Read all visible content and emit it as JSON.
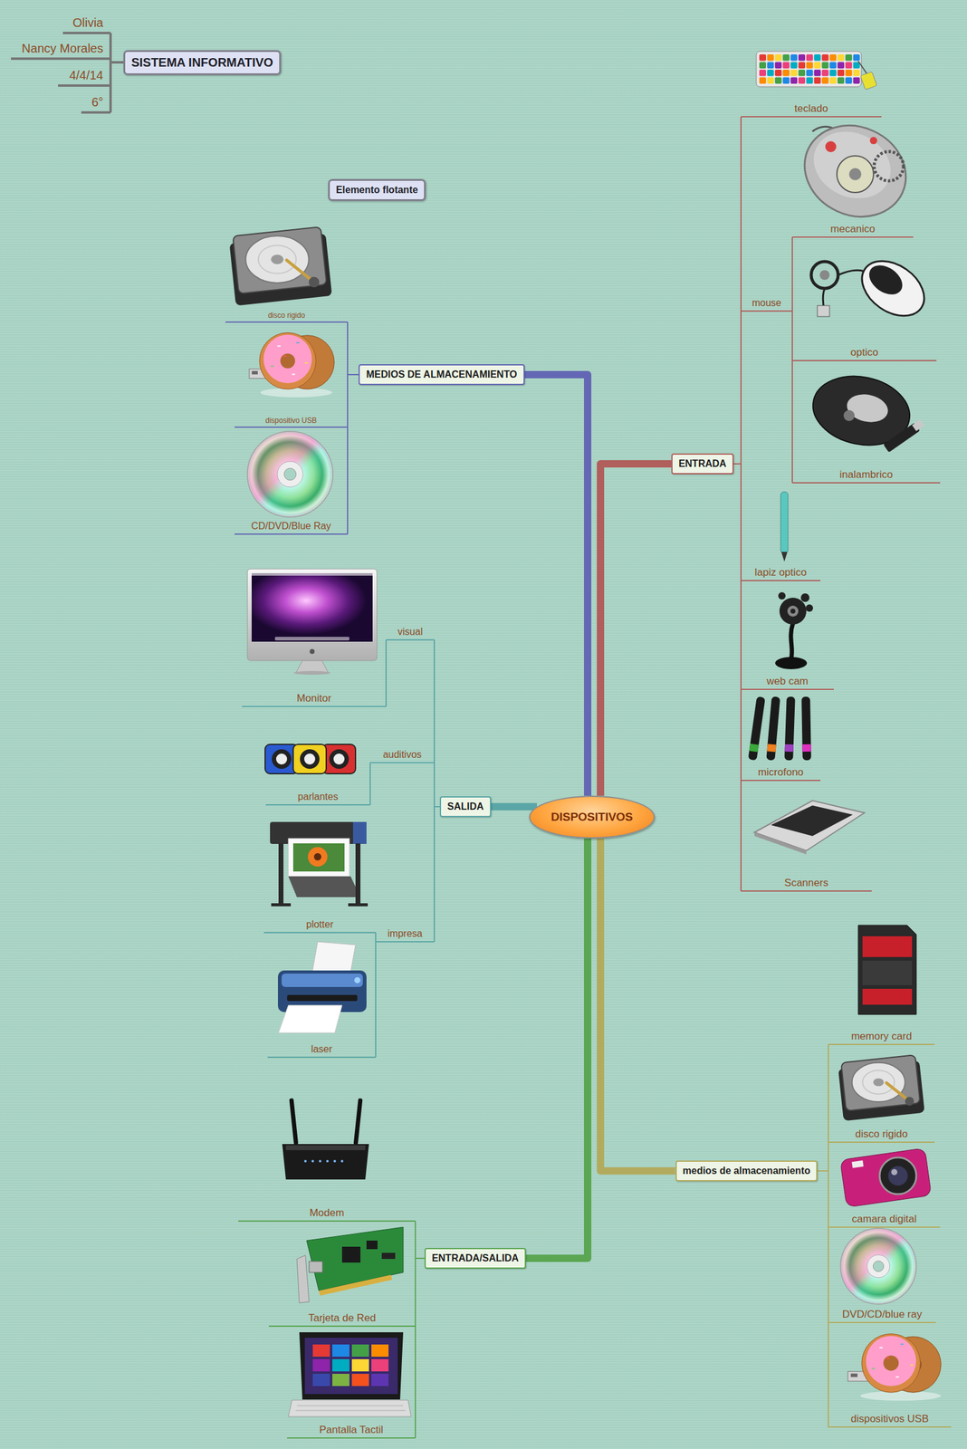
{
  "diagram": {
    "nodes": [
      {
        "text": [
          "SISTEMA INFORMATIVO"
        ]
      },
      {
        "text": [
          "Olivia"
        ]
      },
      {
        "text": [
          "Nancy Morales"
        ]
      },
      {
        "text": [
          "4/4/14"
        ]
      },
      {
        "text": [
          "6°"
        ]
      },
      {
        "text": [
          "Elemento flotante"
        ]
      },
      {
        "text": [
          "DISPOSITIVOS"
        ]
      },
      {
        "text": [
          "MEDIOS DE ALMACENAMIENTO"
        ]
      },
      {
        "text": [
          "disco rigido"
        ]
      },
      {
        "text": [
          "dispositivo USB"
        ]
      },
      {
        "text": [
          "CD/DVD/Blue Ray"
        ]
      },
      {
        "text": [
          "SALIDA"
        ]
      },
      {
        "text": [
          "visual"
        ]
      },
      {
        "text": [
          "Monitor"
        ]
      },
      {
        "text": [
          "auditivos"
        ]
      },
      {
        "text": [
          "parlantes"
        ]
      },
      {
        "text": [
          "impresa"
        ]
      },
      {
        "text": [
          "plotter"
        ]
      },
      {
        "text": [
          "laser"
        ]
      },
      {
        "text": [
          "ENTRADA/SALIDA"
        ]
      },
      {
        "text": [
          "Modem"
        ]
      },
      {
        "text": [
          "Tarjeta de Red"
        ]
      },
      {
        "text": [
          "Pantalla Tactil"
        ]
      },
      {
        "text": [
          "ENTRADA"
        ]
      },
      {
        "text": [
          "teclado"
        ]
      },
      {
        "text": [
          "mouse"
        ]
      },
      {
        "text": [
          "mecanico"
        ]
      },
      {
        "text": [
          "optico"
        ]
      },
      {
        "text": [
          "inalambrico"
        ]
      },
      {
        "text": [
          "lapiz optico"
        ]
      },
      {
        "text": [
          "web cam"
        ]
      },
      {
        "text": [
          "microfono"
        ]
      },
      {
        "text": [
          "Scanners"
        ]
      },
      {
        "text": [
          "medios de almacenamiento"
        ]
      },
      {
        "text": [
          "memory card"
        ]
      },
      {
        "text": [
          "disco rigido"
        ]
      },
      {
        "text": [
          "camara digital"
        ]
      },
      {
        "text": [
          "DVD/CD/blue ray"
        ]
      },
      {
        "text": [
          "dispositivos USB"
        ]
      }
    ],
    "edges": [
      {
        "from": 0,
        "to": 1,
        "arrow": "none"
      },
      {
        "from": 0,
        "to": 2,
        "arrow": "none"
      },
      {
        "from": 0,
        "to": 3,
        "arrow": "none"
      },
      {
        "from": 0,
        "to": 4,
        "arrow": "none"
      },
      {
        "from": 6,
        "to": 7,
        "arrow": "none"
      },
      {
        "from": 6,
        "to": 23,
        "arrow": "none"
      },
      {
        "from": 6,
        "to": 11,
        "arrow": "none"
      },
      {
        "from": 6,
        "to": 33,
        "arrow": "none"
      },
      {
        "from": 6,
        "to": 19,
        "arrow": "none"
      },
      {
        "from": 7,
        "to": 8,
        "arrow": "none"
      },
      {
        "from": 7,
        "to": 9,
        "arrow": "none"
      },
      {
        "from": 7,
        "to": 10,
        "arrow": "none"
      },
      {
        "from": 11,
        "to": 12,
        "arrow": "none"
      },
      {
        "from": 11,
        "to": 14,
        "arrow": "none"
      },
      {
        "from": 11,
        "to": 16,
        "arrow": "none"
      },
      {
        "from": 12,
        "to": 13,
        "arrow": "none"
      },
      {
        "from": 14,
        "to": 15,
        "arrow": "none"
      },
      {
        "from": 16,
        "to": 17,
        "arrow": "none"
      },
      {
        "from": 16,
        "to": 18,
        "arrow": "none"
      },
      {
        "from": 19,
        "to": 20,
        "arrow": "none"
      },
      {
        "from": 19,
        "to": 21,
        "arrow": "none"
      },
      {
        "from": 19,
        "to": 22,
        "arrow": "none"
      },
      {
        "from": 23,
        "to": 24,
        "arrow": "none"
      },
      {
        "from": 23,
        "to": 25,
        "arrow": "none"
      },
      {
        "from": 23,
        "to": 29,
        "arrow": "none"
      },
      {
        "from": 23,
        "to": 30,
        "arrow": "none"
      },
      {
        "from": 23,
        "to": 31,
        "arrow": "none"
      },
      {
        "from": 23,
        "to": 32,
        "arrow": "none"
      },
      {
        "from": 25,
        "to": 26,
        "arrow": "none"
      },
      {
        "from": 25,
        "to": 27,
        "arrow": "none"
      },
      {
        "from": 25,
        "to": 28,
        "arrow": "none"
      },
      {
        "from": 33,
        "to": 34,
        "arrow": "none"
      },
      {
        "from": 33,
        "to": 35,
        "arrow": "none"
      },
      {
        "from": 33,
        "to": 36,
        "arrow": "none"
      },
      {
        "from": 33,
        "to": 37,
        "arrow": "none"
      },
      {
        "from": 33,
        "to": 38,
        "arrow": "none"
      }
    ]
  }
}
